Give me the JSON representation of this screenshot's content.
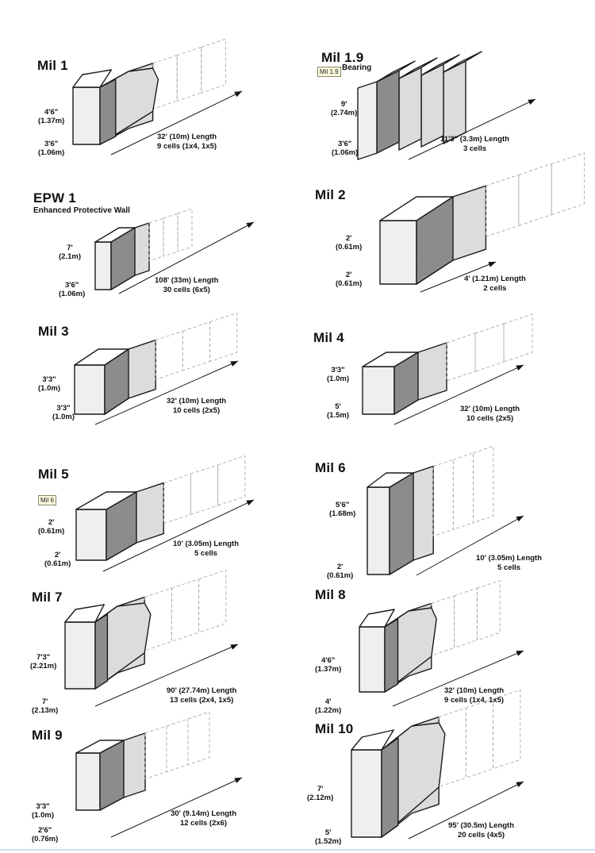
{
  "panels": [
    {
      "id": "mil1",
      "title": "Mil 1",
      "height": [
        "4'6\"",
        "(1.37m)"
      ],
      "width": [
        "3'6\"",
        "(1.06m)"
      ],
      "length": [
        "32' (10m) Length",
        "9 cells (1x4, 1x5)"
      ]
    },
    {
      "id": "mil19",
      "title": "Mil 1.9",
      "tag": "Mil 1.9",
      "subtitle": "Bearing",
      "height": [
        "9'",
        "(2.74m)"
      ],
      "width": [
        "3'6\"",
        "(1.06m)"
      ],
      "length": [
        "11'3\" (3.3m) Length",
        "3 cells"
      ]
    },
    {
      "id": "epw1",
      "title": "EPW 1",
      "subtitle": "Enhanced Protective Wall",
      "height": [
        "7'",
        "(2.1m)"
      ],
      "width": [
        "3'6\"",
        "(1.06m)"
      ],
      "length": [
        "108' (33m) Length",
        "30 cells (6x5)"
      ]
    },
    {
      "id": "mil2",
      "title": "Mil 2",
      "height": [
        "2'",
        "(0.61m)"
      ],
      "width": [
        "2'",
        "(0.61m)"
      ],
      "length": [
        "4' (1.21m) Length",
        "2 cells"
      ]
    },
    {
      "id": "mil3",
      "title": "Mil 3",
      "height": [
        "3'3\"",
        "(1.0m)"
      ],
      "width": [
        "3'3\"",
        "(1.0m)"
      ],
      "length": [
        "32' (10m) Length",
        "10 cells  (2x5)"
      ]
    },
    {
      "id": "mil4",
      "title": "Mil 4",
      "height": [
        "3'3\"",
        "(1.0m)"
      ],
      "width": [
        "5'",
        "(1.5m)"
      ],
      "length": [
        "32' (10m) Length",
        "10 cells (2x5)"
      ]
    },
    {
      "id": "mil5",
      "title": "Mil 5",
      "tag": "Mil 6",
      "height": [
        "2'",
        "(0.61m)"
      ],
      "width": [
        "2'",
        "(0.61m)"
      ],
      "length": [
        "10' (3.05m) Length",
        "5 cells"
      ]
    },
    {
      "id": "mil6",
      "title": "Mil 6",
      "height": [
        "5'6\"",
        "(1.68m)"
      ],
      "width": [
        "2'",
        "(0.61m)"
      ],
      "length": [
        "10' (3.05m) Length",
        "5 cells"
      ]
    },
    {
      "id": "mil7",
      "title": "Mil 7",
      "height": [
        "7'3\"",
        "(2.21m)"
      ],
      "width": [
        "7'",
        "(2.13m)"
      ],
      "length": [
        "90' (27.74m) Length",
        "13 cells (2x4, 1x5)"
      ]
    },
    {
      "id": "mil8",
      "title": "Mil 8",
      "height": [
        "4'6\"",
        "(1.37m)"
      ],
      "width": [
        "4'",
        "(1.22m)"
      ],
      "length": [
        "32' (10m) Length",
        "9 cells (1x4, 1x5)"
      ]
    },
    {
      "id": "mil9",
      "title": "Mil 9",
      "height": [
        "3'3\"",
        "(1.0m)"
      ],
      "width": [
        "2'6\"",
        "(0.76m)"
      ],
      "length": [
        "30' (9.14m) Length",
        "12 cells (2x6)"
      ]
    },
    {
      "id": "mil10",
      "title": "Mil 10",
      "height": [
        "7'",
        "(2.12m)"
      ],
      "width": [
        "5'",
        "(1.52m)"
      ],
      "length": [
        "95' (30.5m) Length",
        "20 cells (4x5)"
      ]
    }
  ],
  "colors": {
    "front": "#efefef",
    "side": "#8c8c8c",
    "top": "#ffffff",
    "ghost": "#dcdcdc",
    "edge": "#1a1a1a",
    "dash": "#b0b0b0"
  }
}
